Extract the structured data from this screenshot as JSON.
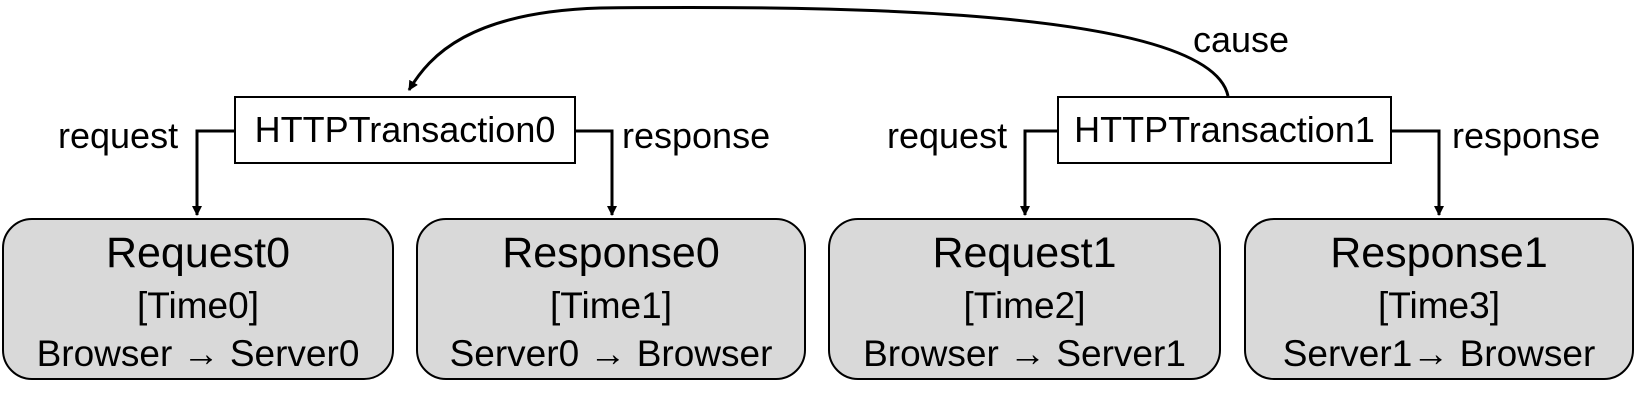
{
  "transactions": [
    {
      "name": "HTTPTransaction0",
      "request_label": "request",
      "response_label": "response"
    },
    {
      "name": "HTTPTransaction1",
      "request_label": "request",
      "response_label": "response"
    }
  ],
  "nodes": [
    {
      "title": "Request0",
      "time": "[Time0]",
      "route": "Browser → Server0"
    },
    {
      "title": "Response0",
      "time": "[Time1]",
      "route": "Server0 → Browser"
    },
    {
      "title": "Request1",
      "time": "[Time2]",
      "route": "Browser → Server1"
    },
    {
      "title": "Response1",
      "time": "[Time3]",
      "route": "Server1→ Browser"
    }
  ],
  "cause_label": "cause"
}
